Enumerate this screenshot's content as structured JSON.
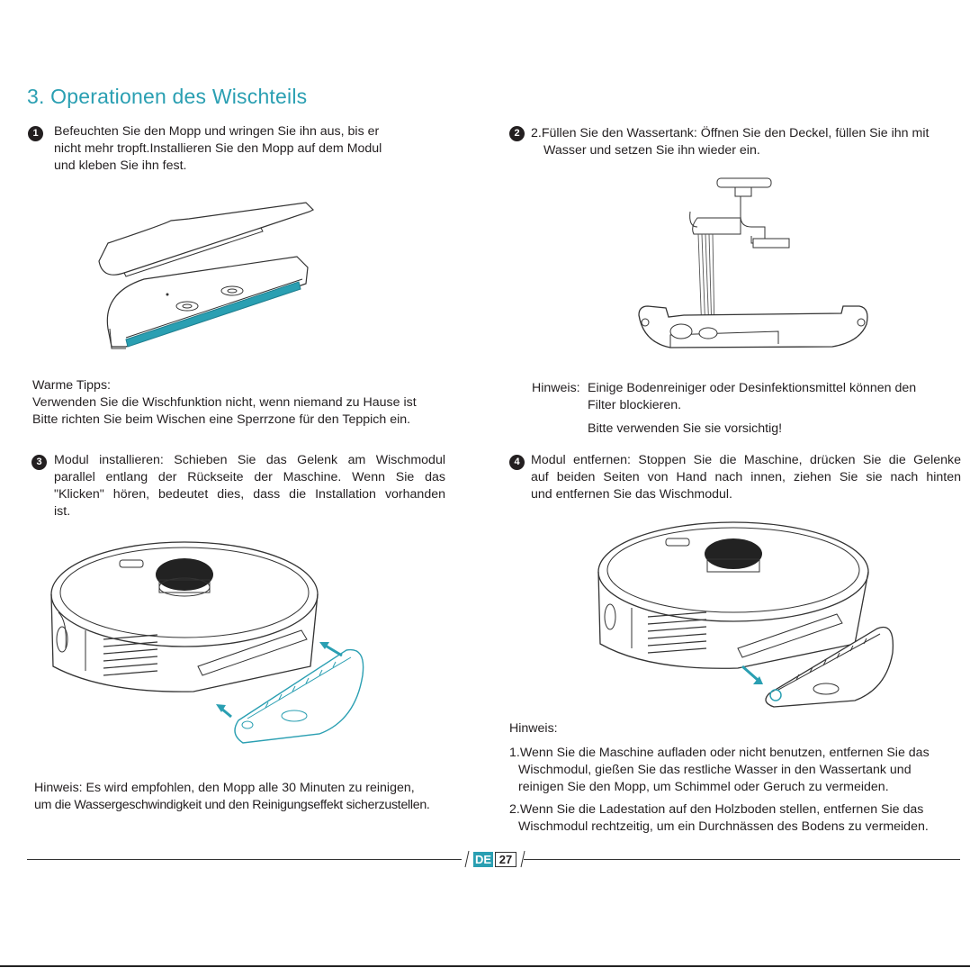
{
  "page": {
    "title": "3. Operationen des Wischteils",
    "lang_code": "DE",
    "page_number": "27",
    "accent_color": "#2a9fb2"
  },
  "steps": [
    {
      "num": "1",
      "lines": [
        "Befeuchten Sie den Mopp und wringen Sie ihn aus, bis er",
        "nicht mehr tropft.Installieren Sie den Mopp auf dem Modul",
        "und kleben Sie ihn fest."
      ]
    },
    {
      "num": "2",
      "lines": [
        "2.Füllen Sie den Wassertank: Öffnen Sie den Deckel, füllen Sie ihn mit",
        "Wasser und setzen Sie ihn wieder ein."
      ]
    },
    {
      "num": "3",
      "lines": [
        "Modul installieren: Schieben Sie das Gelenk am Wischmodul",
        "parallel entlang der Rückseite der Maschine. Wenn Sie das",
        "\"Klicken\" hören, bedeutet dies, dass die Installation vorhanden",
        "ist."
      ]
    },
    {
      "num": "4",
      "lines": [
        "Modul entfernen: Stoppen Sie die Maschine, drücken Sie die Gelenke",
        "auf beiden Seiten von Hand nach innen, ziehen Sie sie nach hinten",
        "und entfernen Sie das Wischmodul."
      ]
    }
  ],
  "tips": {
    "heading": "Warme Tipps:",
    "lines": [
      "Verwenden Sie die Wischfunktion nicht, wenn niemand zu Hause ist",
      "Bitte richten Sie beim Wischen eine Sperrzone für den Teppich ein."
    ]
  },
  "note_filter": {
    "label": "Hinweis:",
    "line1": "Einige Bodenreiniger oder Desinfektionsmittel können den",
    "line2": "Filter blockieren.",
    "line3": "Bitte verwenden Sie sie vorsichtig!"
  },
  "note_clean": {
    "lines": [
      "Hinweis: Es wird empfohlen, den Mopp alle 30 Minuten zu reinigen,",
      "um die Wassergeschwindigkeit und den Reinigungseffekt sicherzustellen."
    ]
  },
  "note_remove": {
    "heading": "Hinweis:",
    "item1": [
      "1.Wenn Sie die Maschine aufladen oder nicht benutzen, entfernen Sie das",
      "Wischmodul, gießen Sie das restliche Wasser in den Wassertank und",
      "reinigen Sie den Mopp, um Schimmel oder Geruch zu vermeiden."
    ],
    "item2": [
      "2.Wenn Sie die Ladestation auf den Holzboden stellen, entfernen Sie das",
      "Wischmodul rechtzeitig, um ein Durchnässen des Bodens zu vermeiden."
    ]
  }
}
